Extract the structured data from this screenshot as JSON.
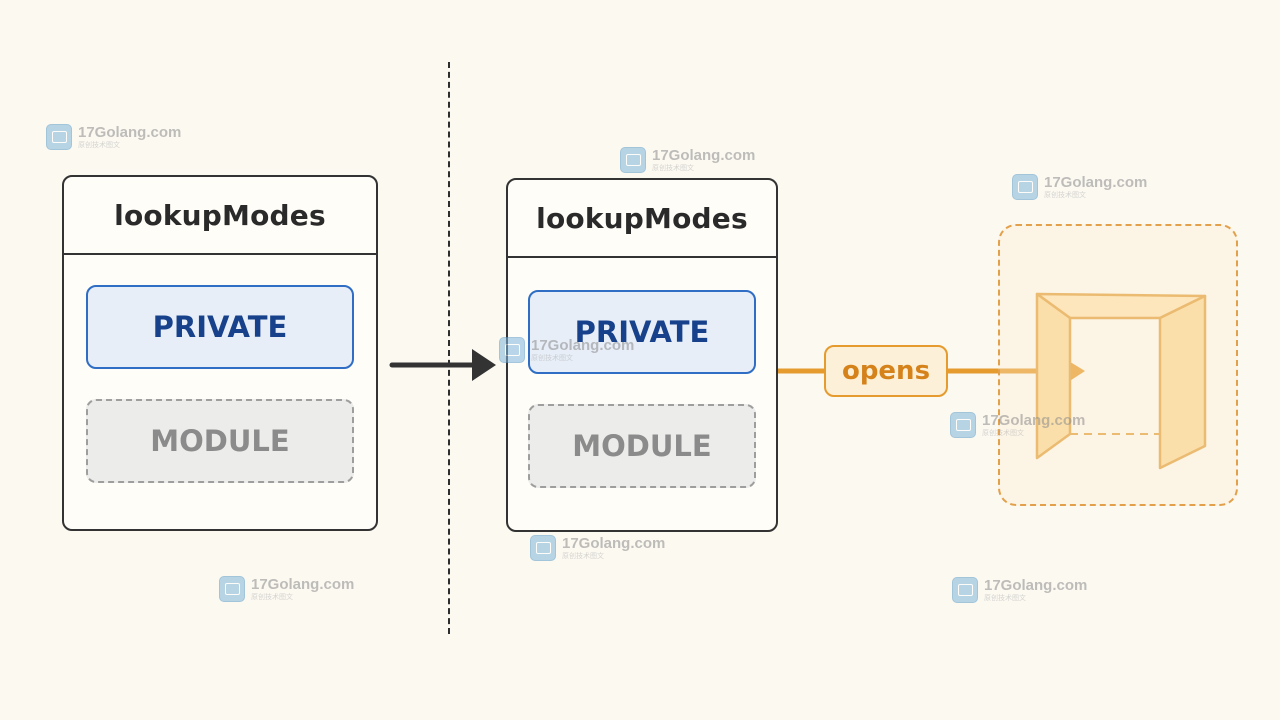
{
  "left_box": {
    "title": "lookupModes",
    "modes": [
      {
        "label": "PRIVATE",
        "state": "active"
      },
      {
        "label": "MODULE",
        "state": "disabled"
      }
    ]
  },
  "right_box": {
    "title": "lookupModes",
    "modes": [
      {
        "label": "PRIVATE",
        "state": "active"
      },
      {
        "label": "MODULE",
        "state": "disabled"
      }
    ]
  },
  "connector": {
    "label": "opens"
  },
  "colors": {
    "background": "#fcf9f1",
    "private_border": "#2f6ec4",
    "private_text": "#17418a",
    "module_text": "#8b8b8b",
    "accent_orange": "#e59b2e"
  },
  "watermark": {
    "title": "17Golang.com",
    "subtitle": "原创技术图文"
  }
}
